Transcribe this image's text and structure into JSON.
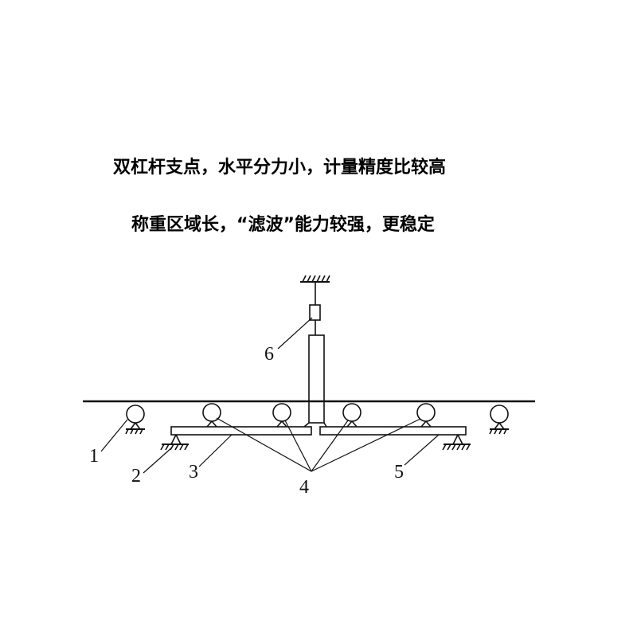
{
  "captions": {
    "line1": "双杠杆支点，水平分力小，计量精度比较高",
    "line2": "称重区域长，“滤波”能力较强，更稳定"
  },
  "labels": {
    "l1": "1",
    "l2": "2",
    "l3": "3",
    "l4": "4",
    "l5": "5",
    "l6": "6"
  },
  "colors": {
    "ink": "#111111",
    "background": "#ffffff"
  }
}
